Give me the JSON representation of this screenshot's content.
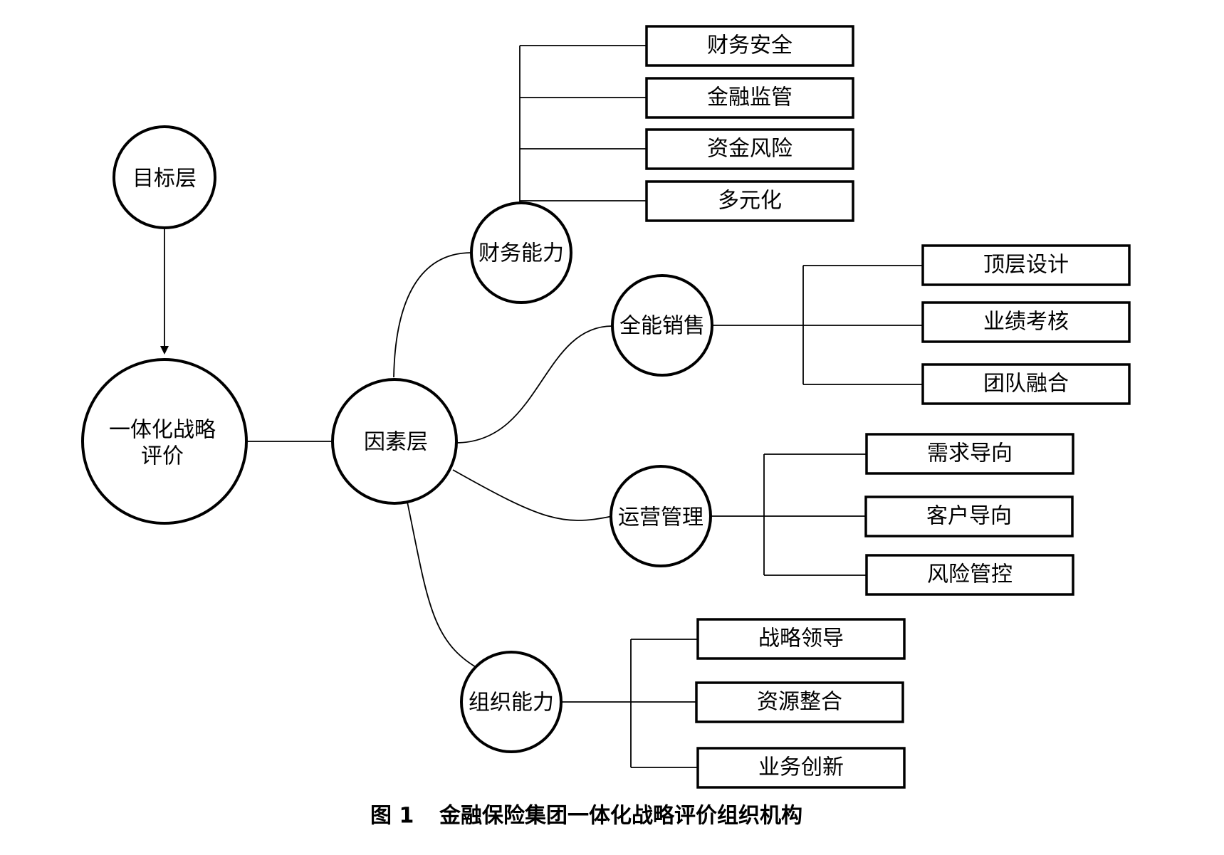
{
  "nodes": {
    "goal_layer": "目标层",
    "eval_line1": "一体化战略",
    "eval_line2": "评价",
    "factor_layer": "因素层",
    "finance": "财务能力",
    "sales": "全能销售",
    "operations": "运营管理",
    "organization": "组织能力"
  },
  "finance_items": [
    "财务安全",
    "金融监管",
    "资金风险",
    "多元化"
  ],
  "sales_items": [
    "顶层设计",
    "业绩考核",
    "团队融合"
  ],
  "operations_items": [
    "需求导向",
    "客户导向",
    "风险管控"
  ],
  "organization_items": [
    "战略领导",
    "资源整合",
    "业务创新"
  ],
  "caption": {
    "number": "图 1",
    "title": "金融保险集团一体化战略评价组织机构"
  }
}
